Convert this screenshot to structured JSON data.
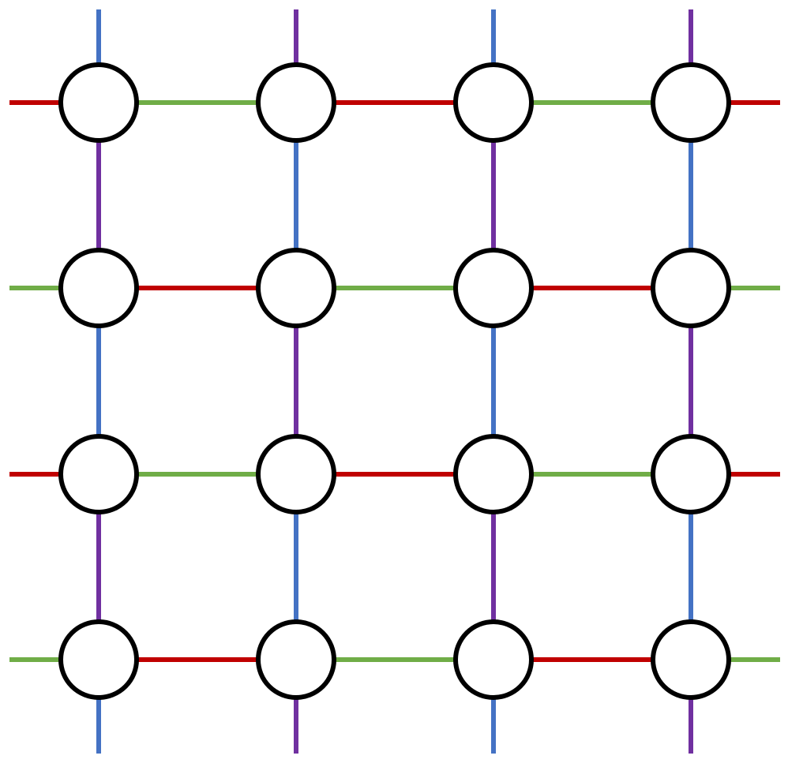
{
  "diagram": {
    "type": "periodic-grid-graph",
    "rows": 4,
    "cols": 4,
    "colors": {
      "red": "#C00000",
      "green": "#70AD47",
      "blue": "#4472C4",
      "purple": "#7030A0",
      "node_stroke": "#000000",
      "node_fill": "#FFFFFF",
      "background": "#FFFFFF"
    },
    "horizontal_edges": [
      [
        "red",
        "green",
        "red",
        "green",
        "red"
      ],
      [
        "green",
        "red",
        "green",
        "red",
        "green"
      ],
      [
        "red",
        "green",
        "red",
        "green",
        "red"
      ],
      [
        "green",
        "red",
        "green",
        "red",
        "green"
      ]
    ],
    "vertical_edges": [
      [
        "blue",
        "purple",
        "blue",
        "purple"
      ],
      [
        "purple",
        "blue",
        "purple",
        "blue"
      ],
      [
        "blue",
        "purple",
        "blue",
        "purple"
      ],
      [
        "purple",
        "blue",
        "purple",
        "blue"
      ],
      [
        "blue",
        "purple",
        "blue",
        "purple"
      ]
    ]
  }
}
